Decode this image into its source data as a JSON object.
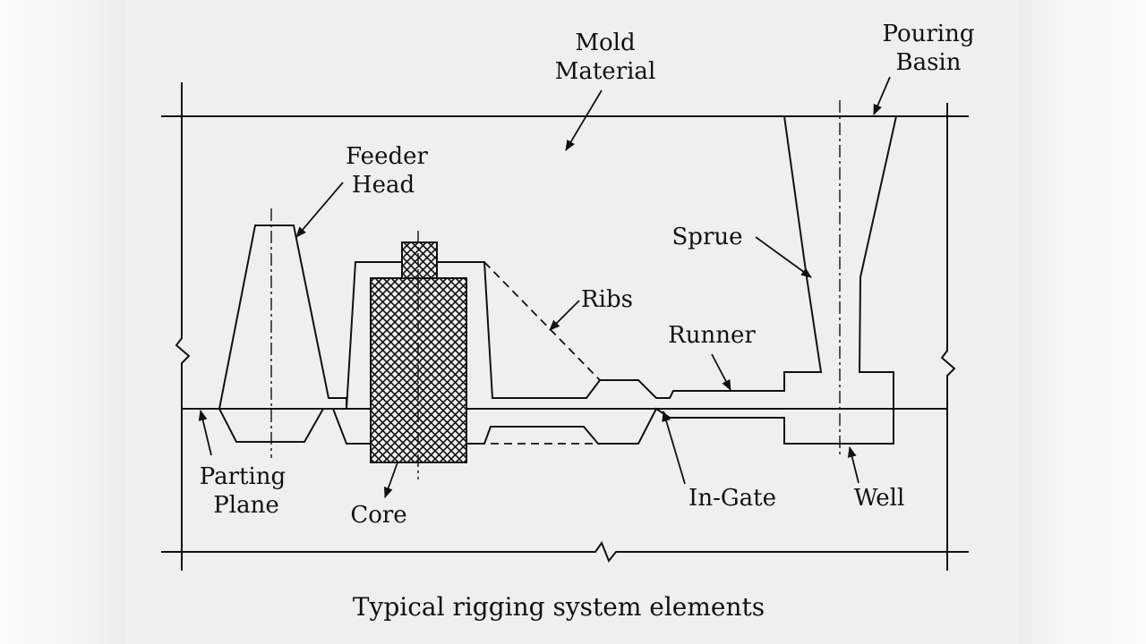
{
  "diagram": {
    "caption": "Typical rigging system elements",
    "labels": {
      "mold_material": [
        "Mold",
        "Material"
      ],
      "pouring_basin": [
        "Pouring",
        "Basin"
      ],
      "feeder_head": [
        "Feeder",
        "Head"
      ],
      "sprue": "Sprue",
      "ribs": "Ribs",
      "runner": "Runner",
      "parting_plane": [
        "Parting",
        "Plane"
      ],
      "core": "Core",
      "in_gate": "In-Gate",
      "well": "Well"
    },
    "colors": {
      "line": "#111111",
      "background": "#efefef"
    }
  }
}
